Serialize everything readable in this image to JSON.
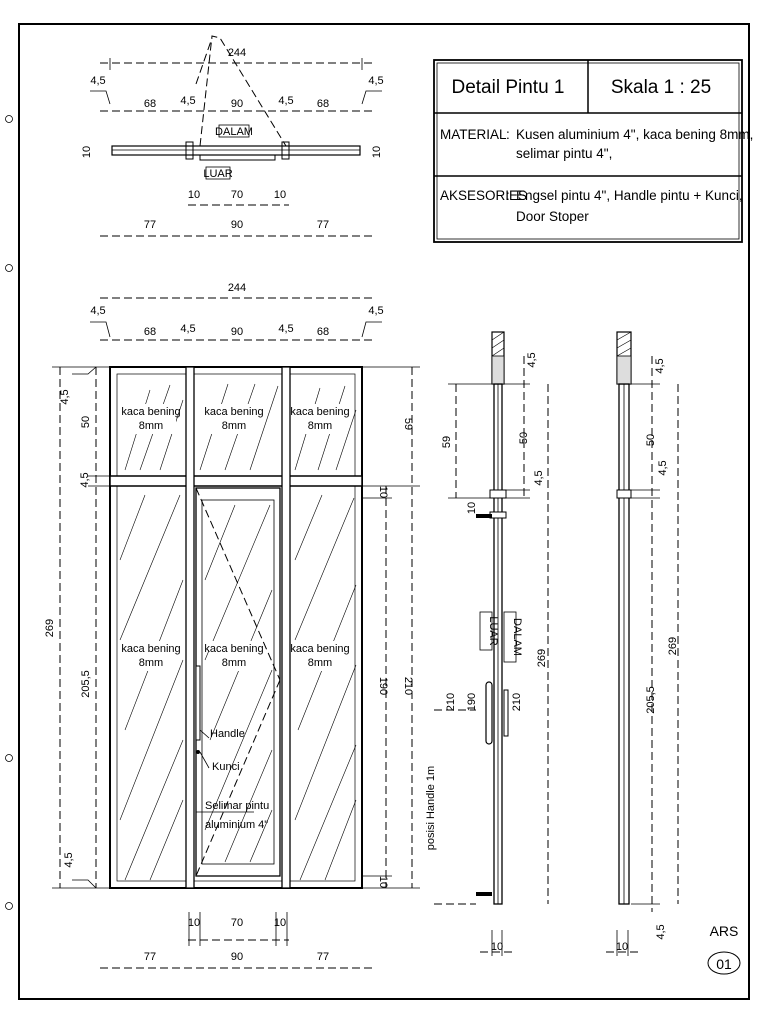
{
  "title_block": {
    "title": "Detail Pintu 1",
    "scale": "Skala 1 : 25",
    "material_label": "MATERIAL",
    "material_sep": ":",
    "material_line1": "Kusen aluminium 4\", kaca bening 8mm,",
    "material_line2": "selimar pintu 4\",",
    "accessories_label": "AKSESORIES",
    "accessories_sep": ":",
    "accessories_line1": "Engsel pintu 4\", Handle pintu + Kunci,",
    "accessories_line2": "Door Stoper"
  },
  "plan_view": {
    "overall": "244",
    "frame_left": "4,5",
    "frame_right": "4,5",
    "panel_left": "68",
    "mullion_left": "4,5",
    "panel_center": "90",
    "mullion_right": "4,5",
    "panel_right": "68",
    "thickness_left": "10",
    "thickness_right": "10",
    "inside_label": "DALAM",
    "outside_label": "LUAR",
    "stile_left": "10",
    "door_leaf": "70",
    "stile_right": "10",
    "bottom_left": "77",
    "bottom_center": "90",
    "bottom_right": "77"
  },
  "elevation": {
    "overall": "244",
    "frame_left": "4,5",
    "frame_right": "4,5",
    "panel_left": "68",
    "mullion_left": "4,5",
    "panel_center": "90",
    "mullion_right": "4,5",
    "panel_right": "68",
    "total_height": "269",
    "top_frame": "4,5",
    "transom_height": "50",
    "transom_frame": "4,5",
    "lower_height": "205,5",
    "bottom_frame": "4,5",
    "right_transom": "59",
    "door_top_rail": "10",
    "door_leaf_height": "190",
    "door_total": "210",
    "door_bottom_rail": "10",
    "glass_line1": "kaca bening",
    "glass_line2": "8mm",
    "handle_label": "Handle",
    "lock_label": "Kunci",
    "stile_label_line1": "Selimar pintu",
    "stile_label_line2": "aluminium 4\"",
    "bottom_stile_left": "10",
    "bottom_leaf": "70",
    "bottom_stile_right": "10",
    "bottom_left": "77",
    "bottom_center": "90",
    "bottom_right": "77"
  },
  "section_a": {
    "top_frame": "4,5",
    "transom": "59",
    "transom_glass": "50",
    "transom_frame": "4,5",
    "top_rail": "10",
    "outside_label": "LUAR",
    "inside_label": "DALAM",
    "total": "269",
    "door_height_left": "210",
    "door_leaf": "190",
    "door_height_right": "210",
    "handle_position": "posisi Handle 1m",
    "bottom_width": "10"
  },
  "section_b": {
    "top_frame": "4,5",
    "transom_glass": "50",
    "transom_frame": "4,5",
    "total": "269",
    "lower": "205,5",
    "bottom_frame": "4,5",
    "bottom_width": "10"
  },
  "sheet": {
    "code": "ARS",
    "number": "01"
  }
}
